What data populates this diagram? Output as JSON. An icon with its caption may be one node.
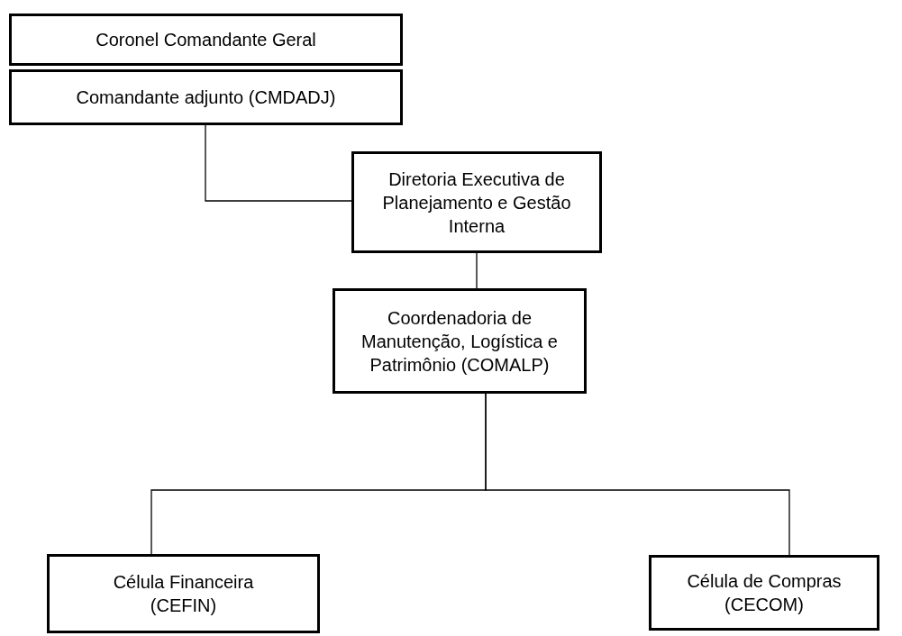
{
  "diagram": {
    "nodes": [
      {
        "text": [
          "Coronel Comandante Geral"
        ]
      },
      {
        "text": [
          "Comandante adjunto (CMDADJ)"
        ]
      },
      {
        "text": [
          "Diretoria Executiva de Planejamento e Gestão Interna"
        ]
      },
      {
        "text": [
          "Coordenadoria de Manutenção, Logística e Patrimônio (COMALP)"
        ]
      },
      {
        "text": [
          "Célula Financeira (CEFIN)"
        ]
      },
      {
        "text": [
          "Célula de Compras (CECOM)"
        ]
      }
    ],
    "edges": [
      {
        "from": 1,
        "to": 2,
        "arrow": "none"
      },
      {
        "from": 2,
        "to": 3,
        "arrow": "none"
      },
      {
        "from": 3,
        "to": 4,
        "arrow": "none"
      },
      {
        "from": 3,
        "to": 5,
        "arrow": "none"
      }
    ]
  }
}
